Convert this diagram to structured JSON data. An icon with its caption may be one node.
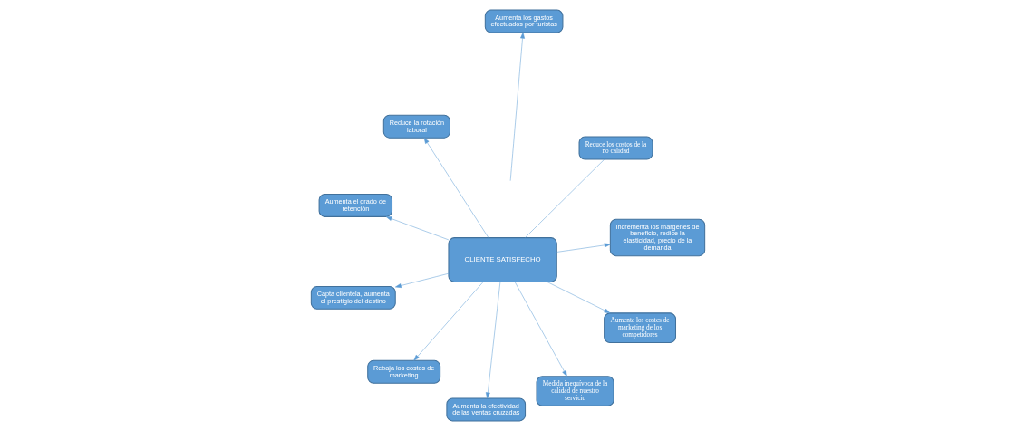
{
  "diagram": {
    "nodes": [
      {
        "text": [
          "Aumenta el grado de retención"
        ]
      },
      {
        "text": [
          "Reduce los costos de la no calidad"
        ]
      },
      {
        "text": [
          "Aumenta la efectividad de las ventas cruzadas"
        ]
      },
      {
        "text": [
          "Reduce la rotación laboral"
        ]
      },
      {
        "text": [
          "CLIENTE SATISFECHO"
        ]
      },
      {
        "text": [
          "Aumenta los gastos efectuados por turistas"
        ]
      },
      {
        "text": [
          "Capta clientela, aumenta el prestigio del destino"
        ]
      },
      {
        "text": [
          "Incrementa los márgenes de beneficio, redice la elasticidad, precio de la demanda"
        ]
      },
      {
        "text": [
          "Rebaja los costos de marketing"
        ]
      },
      {
        "text": [
          "Aumenta los costes de marketing de los competidores"
        ]
      },
      {
        "text": [
          "Medida inequívoca de la calidad de nuestro servicio"
        ]
      }
    ],
    "edges": [
      {
        "from": 4,
        "to": 0,
        "arrow": "to"
      },
      {
        "from": 4,
        "to": 1,
        "arrow": "none"
      },
      {
        "from": 4,
        "to": 2,
        "arrow": "to"
      },
      {
        "from": 4,
        "to": 3,
        "arrow": "to"
      },
      {
        "from": null,
        "to": 5,
        "arrow": "to"
      },
      {
        "from": 4,
        "to": 6,
        "arrow": "to"
      },
      {
        "from": 4,
        "to": 7,
        "arrow": "to"
      },
      {
        "from": 4,
        "to": 8,
        "arrow": "to"
      },
      {
        "from": 4,
        "to": 9,
        "arrow": "to"
      },
      {
        "from": 4,
        "to": 10,
        "arrow": "to"
      }
    ]
  }
}
